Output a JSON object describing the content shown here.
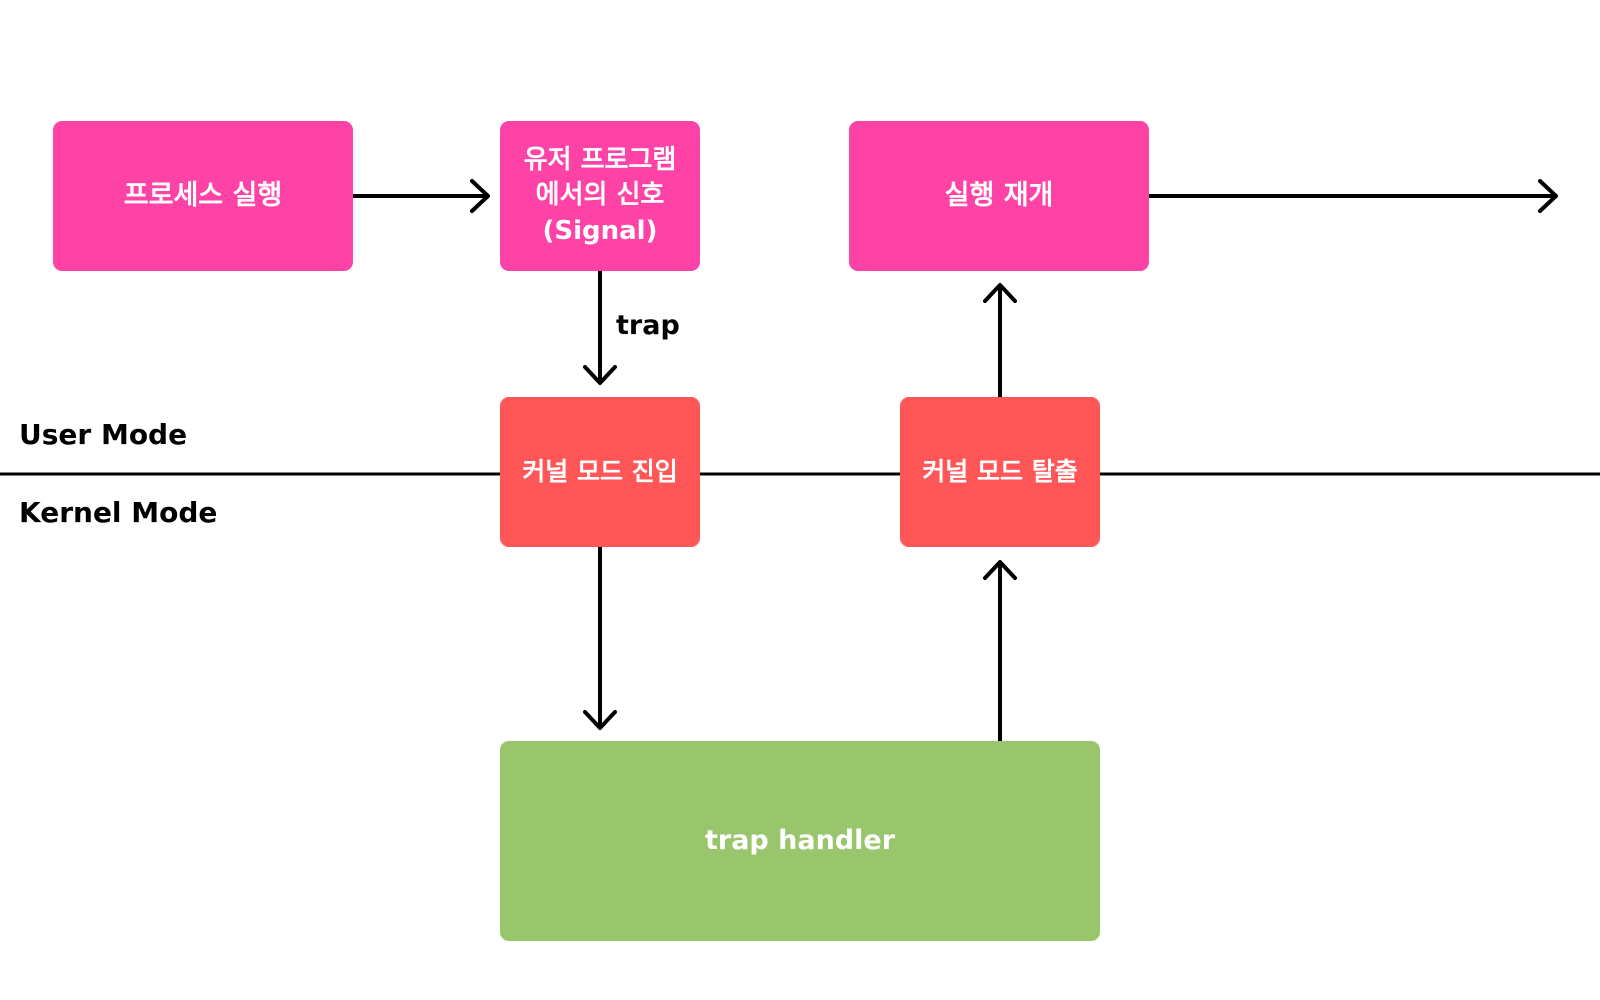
{
  "colors": {
    "user_box": "#ff42a6",
    "kernel_box": "#ff5757",
    "handler_box": "#99c66c",
    "line": "#000000",
    "box_text": "#ffffff"
  },
  "diagram": {
    "mode_labels": {
      "user": "User Mode",
      "kernel": "Kernel Mode"
    },
    "nodes": {
      "process_run": {
        "lines": [
          "프로세스 실행"
        ]
      },
      "user_signal": {
        "lines": [
          "유저 프로그램",
          "에서의 신호",
          "(Signal)"
        ]
      },
      "resume": {
        "lines": [
          "실행 재개"
        ]
      },
      "kernel_enter": {
        "lines": [
          "커널 모드 진입"
        ]
      },
      "kernel_exit": {
        "lines": [
          "커널 모드 탈출"
        ]
      },
      "trap_handler": {
        "lines": [
          "trap handler"
        ]
      }
    },
    "edges": [
      {
        "from": "process_run",
        "to": "user_signal",
        "label": ""
      },
      {
        "from": "user_signal",
        "to": "kernel_enter",
        "label": "trap"
      },
      {
        "from": "kernel_enter",
        "to": "trap_handler",
        "label": ""
      },
      {
        "from": "trap_handler",
        "to": "kernel_exit",
        "label": ""
      },
      {
        "from": "kernel_exit",
        "to": "resume",
        "label": ""
      },
      {
        "from": "resume",
        "to": "",
        "label": ""
      }
    ]
  }
}
